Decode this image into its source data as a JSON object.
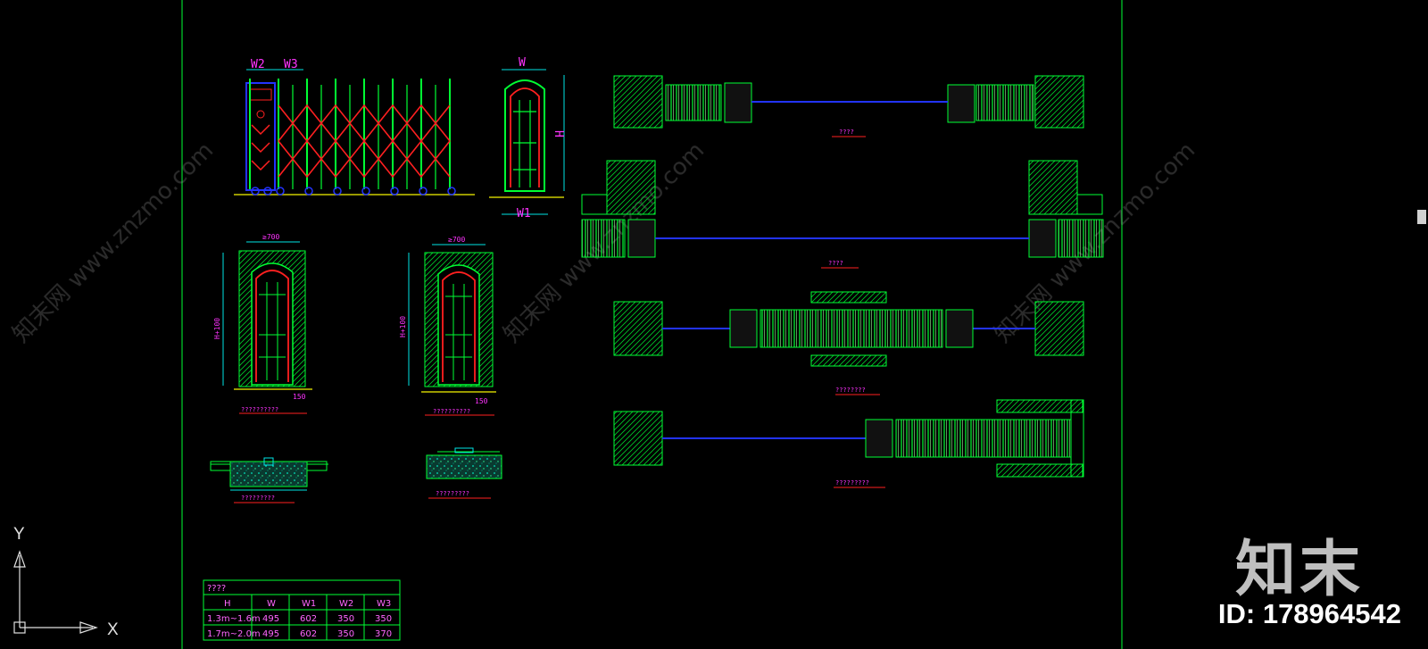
{
  "labels": {
    "gate_w2": "W2",
    "gate_w3": "W3",
    "pillar_w": "W",
    "pillar_w1": "W1",
    "pillar_h": "H",
    "open_a": "≥700",
    "open_b": "≥700",
    "side_a": "H+100",
    "side_b": "H+100",
    "base_a": "150",
    "base_b": "150",
    "cap_1": "??????????",
    "cap_2": "??????????",
    "cap_3": "?????????",
    "cap_4": "?????????",
    "cap_plan_1": "????",
    "cap_plan_2": "????",
    "cap_plan_3": "????????",
    "cap_plan_4": "?????????"
  },
  "table": {
    "title": "????",
    "headers": [
      "H",
      "W",
      "W1",
      "W2",
      "W3"
    ],
    "rows": [
      [
        "1.3m~1.6m",
        "495",
        "602",
        "350",
        "350"
      ],
      [
        "1.7m~2.0m",
        "495",
        "602",
        "350",
        "370"
      ]
    ]
  },
  "axes": {
    "y": "Y",
    "x": "X"
  },
  "watermark": {
    "logo": "知末",
    "id": "ID: 178964542",
    "site": "www.znzmo.com",
    "brand": "知末网"
  },
  "colors": {
    "background": "#000000",
    "green": "#00ff33",
    "red": "#ff2020",
    "blue": "#2233ff",
    "magenta": "#ff33ff",
    "cyan": "#00e5e5"
  }
}
